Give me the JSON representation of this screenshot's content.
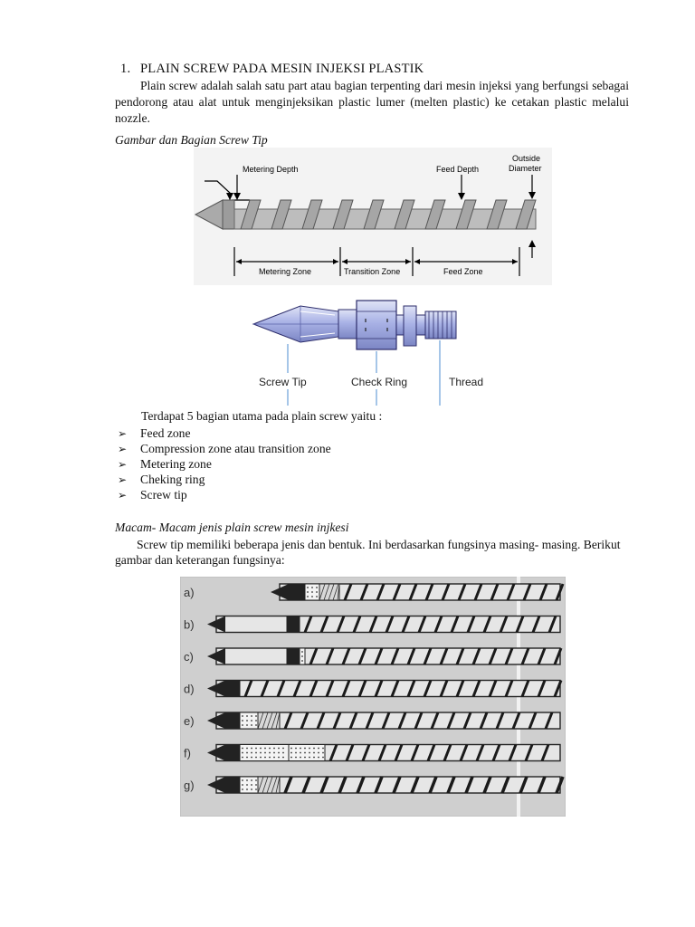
{
  "section": {
    "number": "1.",
    "title": "PLAIN SCREW PADA MESIN INJEKSI PLASTIK",
    "paragraph": "Plain screw adalah salah satu part atau bagian terpenting dari mesin injeksi yang berfungsi sebagai pendorong atau alat untuk menginjeksikan plastic lumer (melten plastic) ke cetakan plastic melalui nozzle."
  },
  "figure1": {
    "caption": "Gambar dan Bagian Screw Tip",
    "labels": {
      "metering_depth": "Metering Depth",
      "feed_depth": "Feed Depth",
      "outside_diameter_1": "Outside",
      "outside_diameter_2": "Diameter",
      "metering_zone": "Metering Zone",
      "transition_zone": "Transition Zone",
      "feed_zone": "Feed Zone"
    }
  },
  "figure2": {
    "labels": {
      "screw_tip": "Screw Tip",
      "check_ring": "Check Ring",
      "thread": "Thread"
    }
  },
  "parts": {
    "intro": "Terdapat 5 bagian utama pada plain screw yaitu :",
    "bullet_glyph": "➢",
    "items": [
      "Feed zone",
      "Compression zone atau transition zone",
      "Metering zone",
      "Cheking ring",
      "Screw tip"
    ]
  },
  "types": {
    "caption": "Macam- Macam jenis plain screw mesin injkesi",
    "paragraph": "Screw tip memiliki beberapa jenis dan bentuk. Ini berdasarkan fungsinya masing- masing. Berikut gambar dan keterangan fungsinya:",
    "row_labels": [
      "a)",
      "b)",
      "c)",
      "d)",
      "e)",
      "f)",
      "g)"
    ]
  }
}
